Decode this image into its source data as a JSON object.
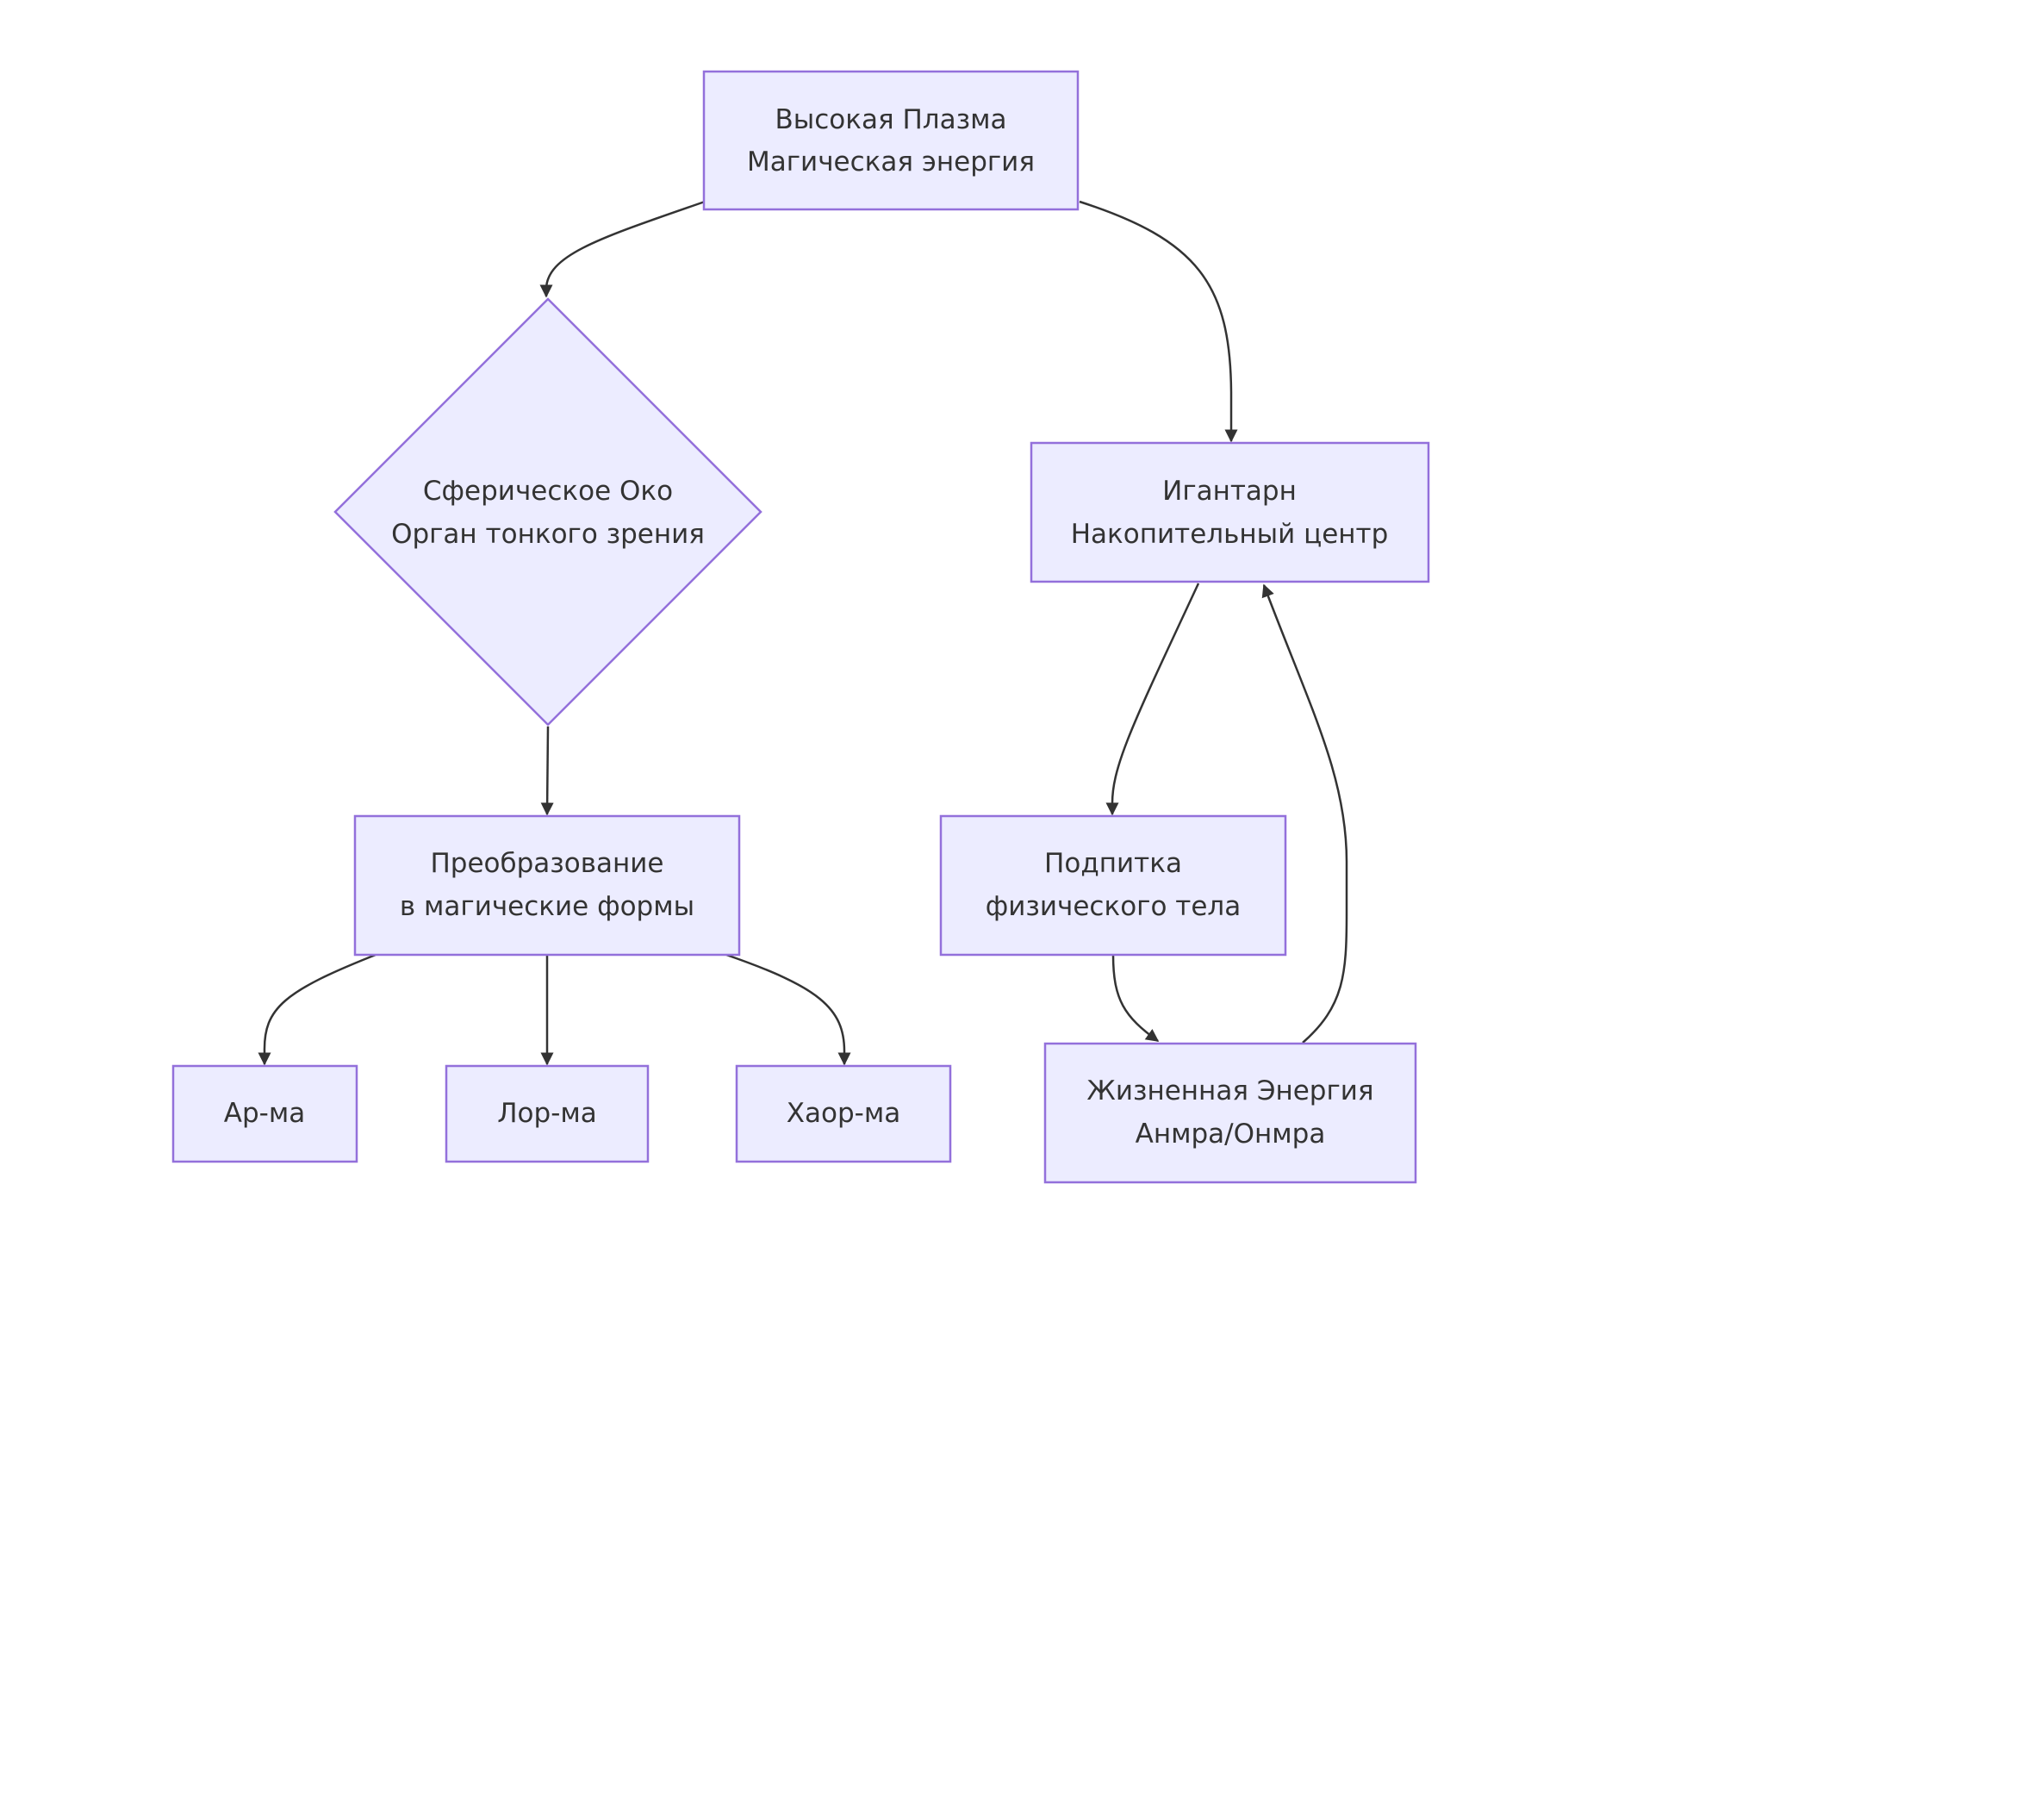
{
  "colors": {
    "node_fill": "#ECECFF",
    "node_stroke": "#9370DB",
    "edge": "#333333",
    "text": "#333333",
    "background": "#FFFFFF"
  },
  "nodes": {
    "high_plasma": {
      "shape": "rect",
      "line1": "Высокая Плазма",
      "line2": "Магическая энергия"
    },
    "spherical_eye": {
      "shape": "diamond",
      "line1": "Сферическое Око",
      "line2": "Орган тонкого зрения"
    },
    "igantarn": {
      "shape": "rect",
      "line1": "Игантарн",
      "line2": "Накопительный центр"
    },
    "transformation": {
      "shape": "rect",
      "line1": "Преобразование",
      "line2": "в магические формы"
    },
    "nourishment": {
      "shape": "rect",
      "line1": "Подпитка",
      "line2": "физического тела"
    },
    "arma": {
      "shape": "rect",
      "line1": "Ар-ма"
    },
    "lorma": {
      "shape": "rect",
      "line1": "Лор-ма"
    },
    "haorma": {
      "shape": "rect",
      "line1": "Хаор-ма"
    },
    "life_energy": {
      "shape": "rect",
      "line1": "Жизненная Энергия",
      "line2": "Анмра/Онмра"
    }
  },
  "edges": [
    {
      "from": "high_plasma",
      "to": "spherical_eye"
    },
    {
      "from": "high_plasma",
      "to": "igantarn"
    },
    {
      "from": "spherical_eye",
      "to": "transformation"
    },
    {
      "from": "transformation",
      "to": "arma"
    },
    {
      "from": "transformation",
      "to": "lorma"
    },
    {
      "from": "transformation",
      "to": "haorma"
    },
    {
      "from": "igantarn",
      "to": "nourishment"
    },
    {
      "from": "nourishment",
      "to": "life_energy"
    },
    {
      "from": "life_energy",
      "to": "igantarn"
    }
  ]
}
